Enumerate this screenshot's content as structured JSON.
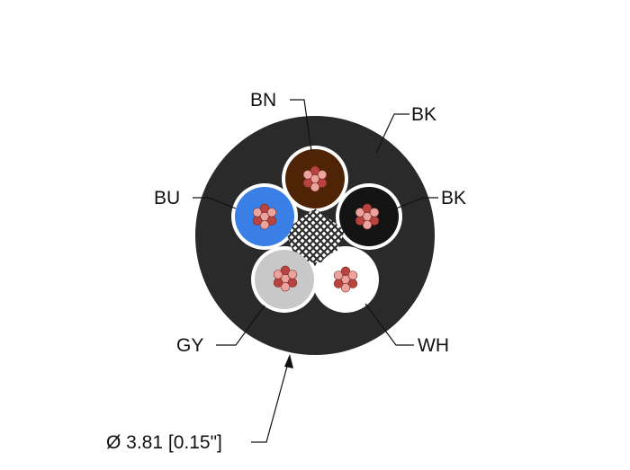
{
  "labels": {
    "bn": "BN",
    "bk_jacket": "BK",
    "bu": "BU",
    "bk_core": "BK",
    "gy": "GY",
    "wh": "WH",
    "diameter": "Ø 3.81 [0.15\"]"
  },
  "colors": {
    "jacket": "#2a2a2a",
    "bn": "#4f2305",
    "bu": "#3a7fe6",
    "bk": "#141414",
    "gy": "#c8c8c8",
    "wh": "#ffffff",
    "copper_dark": "#b8433f",
    "copper_light": "#eba39d"
  },
  "cores": [
    "BN",
    "BK",
    "WH",
    "GY",
    "BU"
  ]
}
